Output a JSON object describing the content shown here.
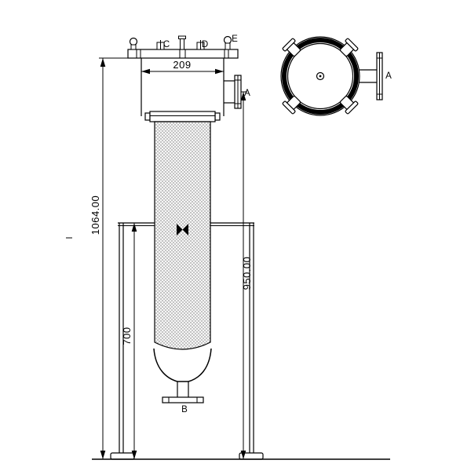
{
  "labels": {
    "dim_width": "209",
    "dim_overall_height": "1064.00",
    "dim_inlet_height": "950.00",
    "dim_stand_height": "700",
    "port_inlet": "A",
    "port_drain": "B",
    "port_c": "C",
    "port_d": "D",
    "port_e": "E",
    "top_view_port": "A"
  },
  "colors": {
    "line": "#000000",
    "background": "#ffffff",
    "mesh_dot": "#777777"
  }
}
